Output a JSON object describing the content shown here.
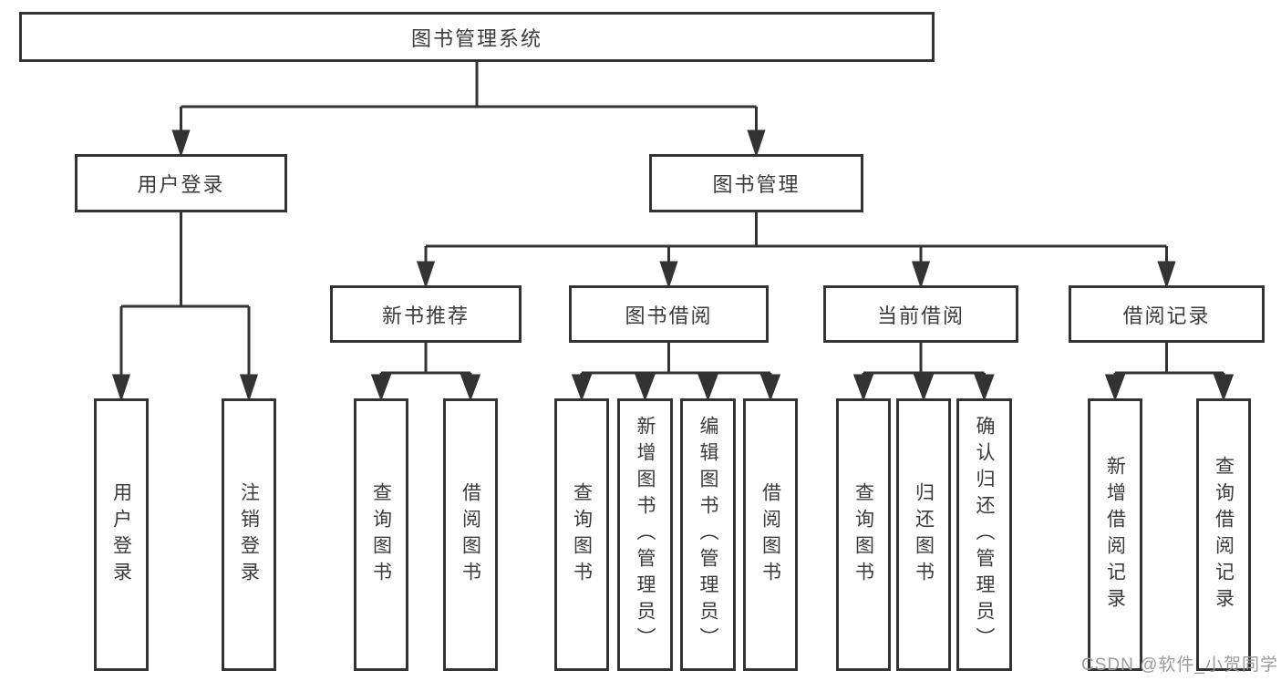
{
  "diagram": {
    "type": "hierarchy",
    "tree": {
      "label": "图书管理系统",
      "children": [
        {
          "label": "用户登录",
          "children": [
            {
              "label": "用户登录"
            },
            {
              "label": "注销登录"
            }
          ]
        },
        {
          "label": "图书管理",
          "children": [
            {
              "label": "新书推荐",
              "children": [
                {
                  "label": "查询图书"
                },
                {
                  "label": "借阅图书"
                }
              ]
            },
            {
              "label": "图书借阅",
              "children": [
                {
                  "label": "查询图书"
                },
                {
                  "label": "新增图书（管理员）"
                },
                {
                  "label": "编辑图书（管理员）"
                },
                {
                  "label": "借阅图书"
                }
              ]
            },
            {
              "label": "当前借阅",
              "children": [
                {
                  "label": "查询图书"
                },
                {
                  "label": "归还图书"
                },
                {
                  "label": "确认归还（管理员）"
                }
              ]
            },
            {
              "label": "借阅记录",
              "children": [
                {
                  "label": "新增借阅记录"
                },
                {
                  "label": "查询借阅记录"
                }
              ]
            }
          ]
        }
      ]
    },
    "colors": {
      "line": "#333333",
      "box_border": "#333333",
      "box_fill": "#ffffff",
      "text": "#3b3b3b",
      "background": "#ffffff",
      "watermark": "#9b9b9b"
    }
  },
  "watermark": {
    "text": "CSDN @软件_小贺同学"
  }
}
